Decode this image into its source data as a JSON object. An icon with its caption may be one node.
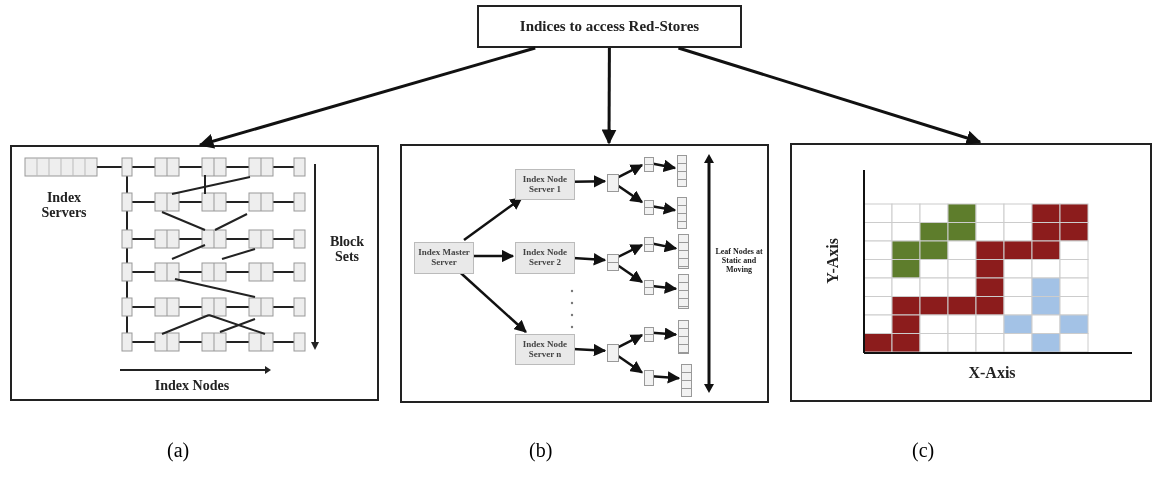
{
  "diagram": {
    "nodes": [
      {
        "text": [
          "Indices to access Red-Stores"
        ]
      },
      {
        "text": [
          "Index Servers",
          "Block Sets",
          "Index Nodes"
        ],
        "beside": [
          "(a)"
        ]
      },
      {
        "text": [
          "Leaf Nodes at Static and Moving"
        ],
        "beside": [
          "(b)"
        ]
      },
      {
        "text": [
          "Index Master Server"
        ],
        "in": 2
      },
      {
        "text": [
          "Index Node Server 1"
        ],
        "in": 2
      },
      {
        "text": [
          "Index Node Server 2"
        ],
        "in": 2
      },
      {
        "text": [
          "Index Node Server n"
        ],
        "in": 2
      },
      {
        "text": [],
        "shape": "box",
        "in": 2
      },
      {
        "text": [],
        "shape": "box",
        "in": 2
      },
      {
        "text": [],
        "shape": "box",
        "in": 2
      },
      {
        "text": [],
        "shape": "box",
        "in": 2
      },
      {
        "text": [],
        "shape": "box",
        "in": 2
      },
      {
        "text": [],
        "shape": "box",
        "in": 2
      },
      {
        "text": [],
        "shape": "box",
        "in": 2
      },
      {
        "text": [],
        "shape": "box",
        "in": 2
      },
      {
        "text": [],
        "shape": "box",
        "in": 2
      },
      {
        "text": [],
        "shape": "box",
        "in": 2
      },
      {
        "text": [],
        "shape": "box",
        "in": 2
      },
      {
        "text": [],
        "shape": "box",
        "in": 2
      },
      {
        "text": [],
        "shape": "box",
        "in": 2
      },
      {
        "text": [],
        "shape": "box",
        "in": 2
      },
      {
        "text": [],
        "shape": "box",
        "in": 2
      },
      {
        "text": [
          "Y-Axis",
          "X-Axis"
        ],
        "beside": [
          "(c)"
        ]
      }
    ],
    "edges": [
      {
        "from": 0,
        "to": 1,
        "arrow": "to"
      },
      {
        "from": 0,
        "to": 2,
        "arrow": "to"
      },
      {
        "from": 0,
        "to": 22,
        "arrow": "to"
      },
      {
        "from": 3,
        "to": 4,
        "arrow": "to"
      },
      {
        "from": 3,
        "to": 5,
        "arrow": "to"
      },
      {
        "from": 3,
        "to": 6,
        "arrow": "to"
      },
      {
        "from": 4,
        "to": 7,
        "arrow": "to"
      },
      {
        "from": 7,
        "to": 8,
        "arrow": "to"
      },
      {
        "from": 7,
        "to": 9,
        "arrow": "to"
      },
      {
        "from": 8,
        "to": 10,
        "arrow": "to"
      },
      {
        "from": 9,
        "to": 11,
        "arrow": "to"
      },
      {
        "from": 5,
        "to": 12,
        "arrow": "to"
      },
      {
        "from": 12,
        "to": 13,
        "arrow": "to"
      },
      {
        "from": 12,
        "to": 14,
        "arrow": "to"
      },
      {
        "from": 13,
        "to": 15,
        "arrow": "to"
      },
      {
        "from": 14,
        "to": 16,
        "arrow": "to"
      },
      {
        "from": 6,
        "to": 17,
        "arrow": "to"
      },
      {
        "from": 17,
        "to": 18,
        "arrow": "to"
      },
      {
        "from": 17,
        "to": 19,
        "arrow": "to"
      },
      {
        "from": 18,
        "to": 20,
        "arrow": "to"
      },
      {
        "from": 19,
        "to": 21,
        "arrow": "to"
      }
    ]
  }
}
